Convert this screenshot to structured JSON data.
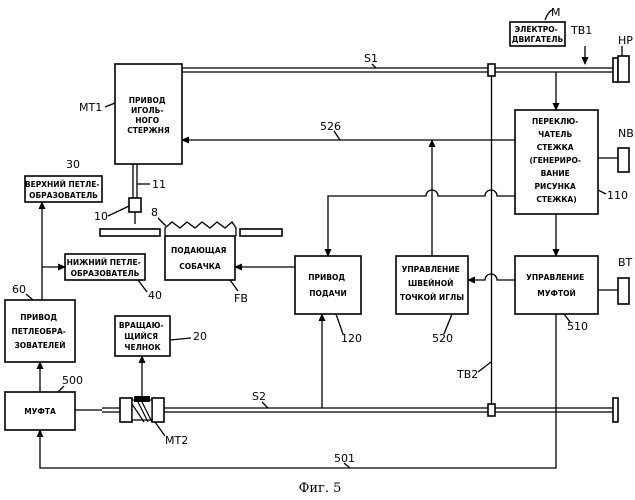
{
  "figure": {
    "caption": "Фиг. 5",
    "blocks": {
      "motor": [
        "ЭЛЕКТРО-",
        "ДВИГАТЕЛЬ"
      ],
      "needle_bar_drive": [
        "ПРИВОД",
        "ИГОЛЬ-",
        "НОГО",
        "СТЕРЖНЯ"
      ],
      "stitch_switch": [
        "ПЕРЕКЛЮ-",
        "ЧАТЕЛЬ",
        "СТЕЖКА",
        "(ГЕНЕРИРО-",
        "ВАНИЕ",
        "РИСУНКА",
        "СТЕЖКА)"
      ],
      "upper_looper": [
        "ВЕРХНИЙ ПЕТЛЕ-",
        "ОБРАЗОВАТЕЛЬ"
      ],
      "lower_looper": [
        "НИЖНИЙ ПЕТЛЕ-",
        "ОБРАЗОВАТЕЛЬ"
      ],
      "feed_dog": [
        "ПОДАЮЩАЯ",
        "СОБАЧКА"
      ],
      "feed_drive": [
        "ПРИВОД",
        "ПОДАЧИ"
      ],
      "needle_point_control": [
        "УПРАВЛЕНИЕ",
        "ШВЕЙНОЙ",
        "ТОЧКОЙ ИГЛЫ"
      ],
      "clutch_control": [
        "УПРАВЛЕНИЕ",
        "МУФТОЙ"
      ],
      "looper_drive": [
        "ПРИВОД",
        "ПЕТЛЕОБРА-",
        "ЗОВАТЕЛЕЙ"
      ],
      "rotary_hook": [
        "ВРАЩАЮ-",
        "ЩИЙСЯ",
        "ЧЕЛНОК"
      ],
      "clutch": [
        "МУФТА"
      ]
    },
    "refs": {
      "M": "M",
      "TB1": "TB1",
      "HP": "HP",
      "S1": "S1",
      "MT1": "MT1",
      "r526": "526",
      "NB": "NB",
      "r110": "110",
      "r30": "30",
      "r11": "11",
      "r10": "10",
      "r8": "8",
      "FB": "FB",
      "r40": "40",
      "BT": "BT",
      "r60": "60",
      "r120": "120",
      "r520": "520",
      "r510": "510",
      "r20": "20",
      "r500": "500",
      "TB2": "TB2",
      "S2": "S2",
      "MT2": "MT2",
      "r501": "501"
    }
  }
}
